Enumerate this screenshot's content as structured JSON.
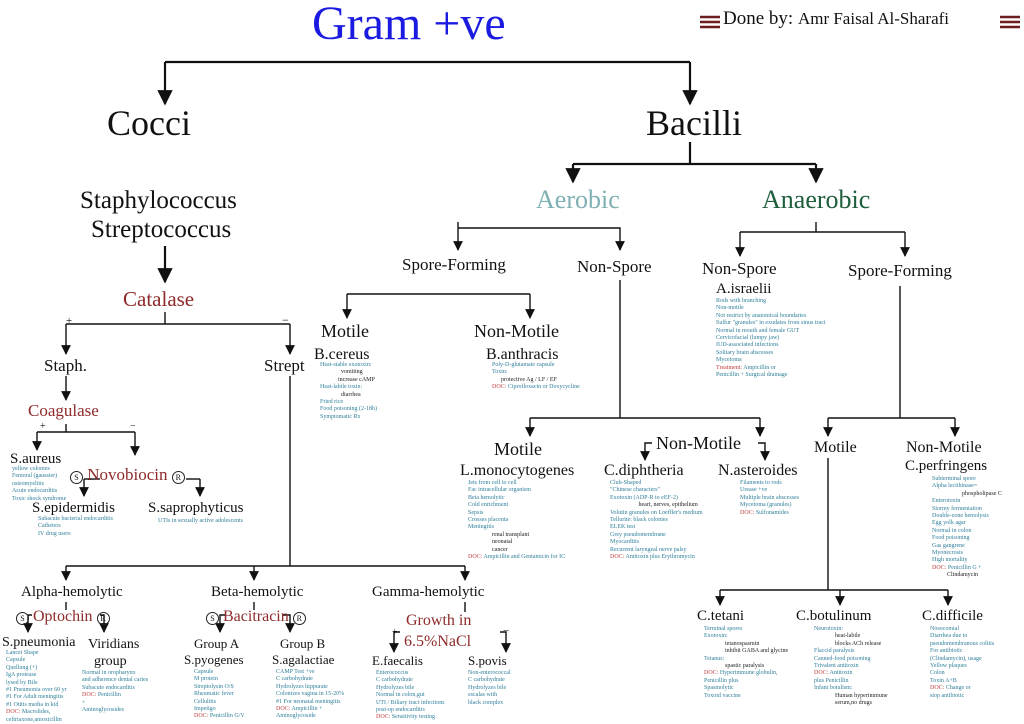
{
  "title": "Gram +ve",
  "author": {
    "prefix": "Done by:",
    "name": "Amr Faisal Al-Sharafi"
  },
  "cocci": {
    "label": "Cocci",
    "genera": [
      "Staphylococcus",
      "Streptococcus"
    ],
    "catalase": "Catalase",
    "plus": "+",
    "minus": "−",
    "staph": "Staph.",
    "strept": "Strept",
    "coagulase": "Coagulase",
    "s_aureus": {
      "name": "S.aureus",
      "notes": "yellow colonies\nFemoral (gaussier)\nosteomyelitis\nAcute endocarditis\nToxic shock syndrome"
    },
    "novobiocin": "Novobiocin",
    "sensitive": "S",
    "resistant": "R",
    "s_epidermidis": {
      "name": "S.epidermidis",
      "notes": "Subacute bacterial endocarditis\nCatheters\nIV drug users"
    },
    "s_saprophyticus": {
      "name": "S.saprophyticus",
      "notes": "UTIs in sexually active adolescents"
    },
    "alpha": "Alpha-hemolytic",
    "beta": "Beta-hemolytic",
    "gamma": "Gamma-hemolytic",
    "optochin": "Optochin",
    "bacitracin": "Bacitracin",
    "growth": "Growth in",
    "nacl": "6.5%NaCl",
    "s_pneumonia": {
      "name": "S.pneumonia",
      "notes": "Lancet Shape\nCapsule\nQuellung (+)\nIgA protease\nlysed by Bile\n#1 Pneumonia over 60 yr\n#1 For Adult meningitis\n#1 Otitis media in kid\nDOC: Macrolides,\nceftriaxone,amoxicillin"
    },
    "viridans": {
      "name": "Viridians",
      "name2": "group",
      "notes": "Normal in oropharynx\nand adherence dental caries\nSubacute endocarditis\nDOC: Penicillin\n+\nAminoglycosides"
    },
    "group_a": "Group A",
    "group_b": "Group B",
    "s_pyogenes": {
      "name": "S.pyogenes",
      "notes": "Capsule\nM protein\nStreptolysin O/S\nRheumatic fever\nCellulitis\nImpetigo\nDOC: Penicillin G/V"
    },
    "s_agalactiae": {
      "name": "S.agalactiae",
      "notes": "CAMP Test +ve\nC carbohydrate\nHydrolyzes hippurate\nColonizes vagina in 15-20%\n#1 For neonatal meningitis\nDOC: Ampicillin +\nAminoglycoside"
    },
    "e_faecalis": {
      "name": "E.faecalis",
      "notes": "Enterococcus\nC carbohydrate\nHydrolyzes bile\nNormal in colon,gut\nUTI / Biliary tract infections\npost-op endocarditis\nDOC: Sensitivity testing"
    },
    "s_povis": {
      "name": "S.povis",
      "notes": "Non-enterococcal\nC carbohydrate\nHydrolyzes bile\nescalas with\nblack complex"
    }
  },
  "bacilli": {
    "label": "Bacilli",
    "aerobic": "Aerobic",
    "anaerobic": "Anaerobic",
    "spore_forming": "Spore-Forming",
    "non_spore": "Non-Spore",
    "motile": "Motile",
    "non_motile": "Non-Motile",
    "b_cereus": {
      "name": "B.cereus",
      "notes": "Heat-stable exotoxin:\n              vomiting\n            increase cAMP\nHeat-labile toxin:\n              diarrhea\nFried rice\nFood poisoning (2-18h)\nSymptomatic Rx"
    },
    "b_anthracis": {
      "name": "B.anthracis",
      "notes": "Poly-D-glutamate capsule\nToxin:\n      protective Ag / LF / EF\nDOC: Ciprofloxacin or Doxycycline"
    },
    "l_monocytogenes": {
      "name": "L.monocytogenes",
      "notes": "Jets from cell to cell\nFac intracellular organism\nBeta hemolytic\nCold enrichment\nSepsis\nCrosses placenta\nMeningitis\n                renal transplant\n                neonatal\n                cancer\nDOC: Ampicillin and Gentamicin for IC"
    },
    "c_diphtheria": {
      "name": "C.diphtheria",
      "notes": "Club-Shaped\n\"Chinese characters\"\nExotoxin (ADP-R to eEF-2)\n                   heart, nerves, epithelium\nVolutin granules on Loeffler's medium\nTellurite: black colonies\nELEK test\nGrey pseudomembrane\nMyocarditis\nRecurrent laryngeal nerve palsy\nDOC: Antitoxin plus Erythromycin"
    },
    "n_asteroides": {
      "name": "N.asteroides",
      "notes": "Filaments to rods\nUrease +ve\nMultiple brain abscesses\nMycetoma (granules)\nDOC: Sulfonamides"
    },
    "a_israelii": {
      "name": "A.israelii",
      "notes": "Rods with branching\nNon-motile\nNot restrict by anatomical boundaries\nSulfur \"granules\" in exudates from sinus tract\nNormal in mouth and female GUT\nCervicofacial (lumpy jaw)\nIUD-associated infections\nSolitary brain abscesses\nMycetoma\nTreatment: Ampicillin or\nPenicillin + Surgical drainage"
    },
    "c_perfringens": {
      "name": "C.perfringens",
      "notes": "Subterminal spore\nAlpha lecithinase=\n                    phospholipase C\nEnterotoxin\nStormy fermentation\nDouble-zone hemolysis\nEgg yolk agar\nNormal in colon\nFood poisoning\nGas gangrene\nMyonecrosis\nHigh mortality\nDOC: Penicillin G +\n          Clindamycin"
    },
    "c_tetani": {
      "name": "C.tetani",
      "notes": "Terminal spores\nExotoxin:\n              tetanospasmin\n              inhibit GABA and glycine\nTetanus:\n              spastic paralysis\nDOC: Hyperimmune globulin,\nPenicillin plus\nSpasmolytic\nToxoid vaccine"
    },
    "c_botulinum": {
      "name": "C.botulinum",
      "notes": "Neurotoxin:\n              heat-labile\n              blocks ACh release\nFlaccid paralysis\nCanned-food poisoning\nTrivalent antitoxin\nDOC: Antitoxin\nplus Penicillin\nInfant botulism:\n              Human hyperimmune\n              serum,no drugs"
    },
    "c_difficile": {
      "name": "C.difficile",
      "notes": "Nosocomial\nDiarrhea due to\npseudomembranous colitis\nFor antibiotic\n(Clindamycin), usage\nYellow plaques\nColon\nToxin A+B\nDOC: Change or\nstop antibiotic"
    }
  }
}
